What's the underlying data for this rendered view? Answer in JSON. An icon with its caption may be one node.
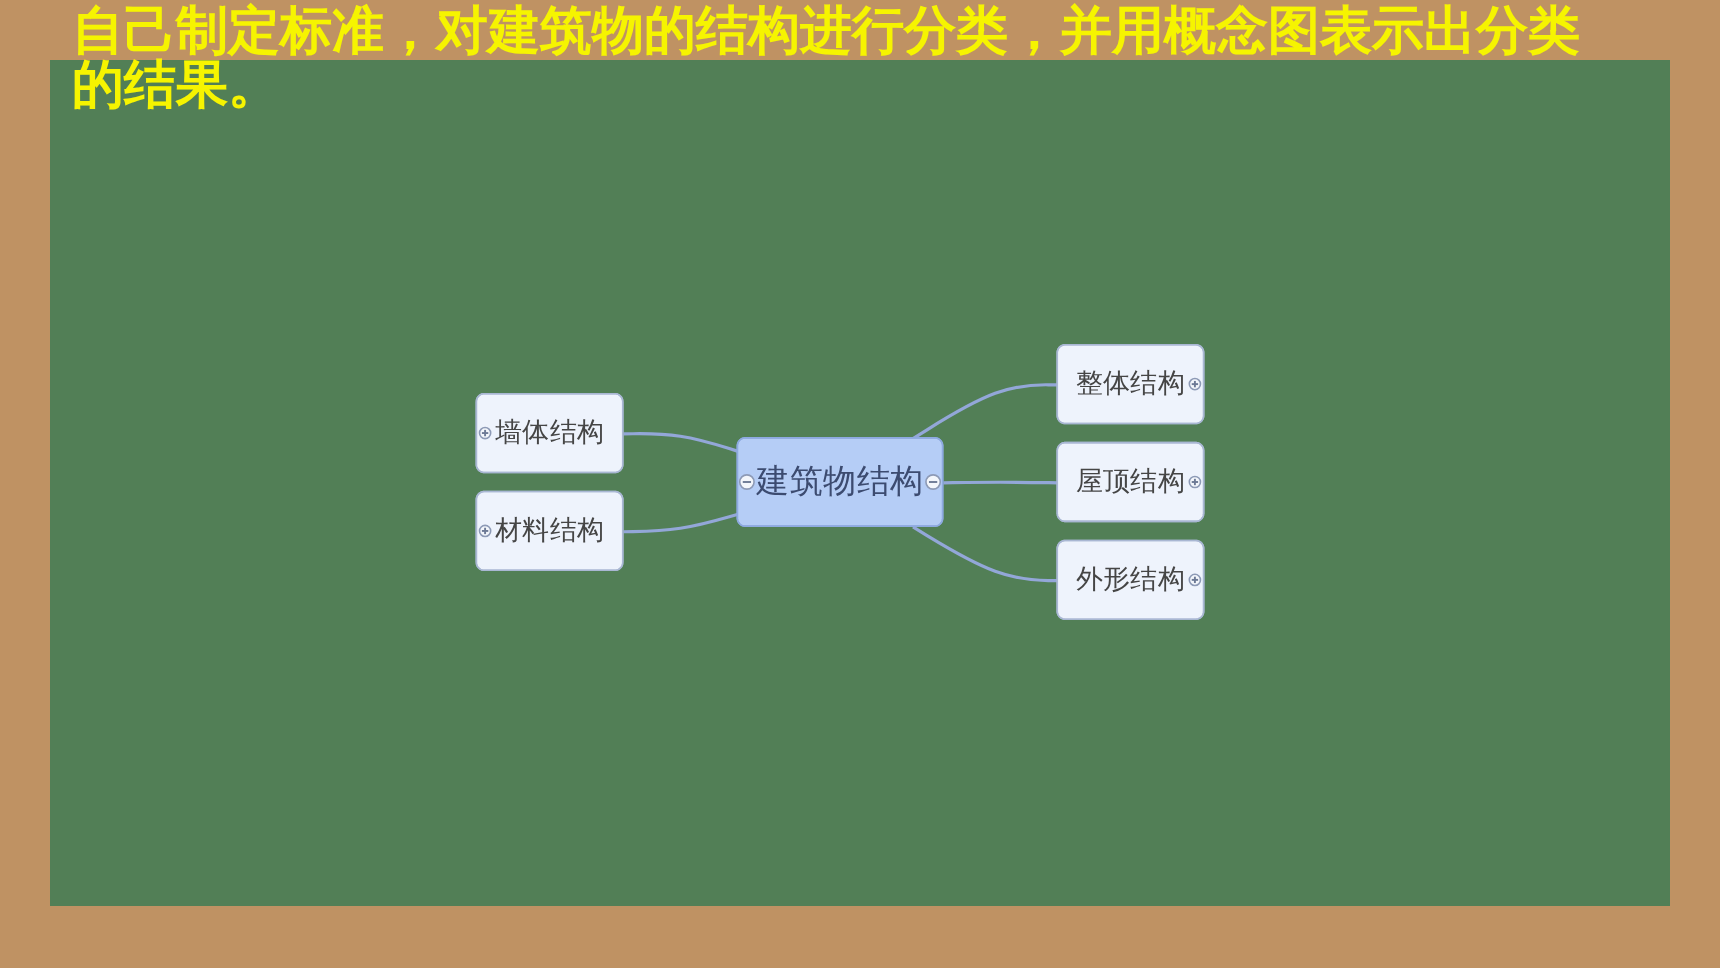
{
  "diagram": {
    "title": "自己制定标准，对建筑物的结构进行分类，并用概念图表示出分类的结果。",
    "nodes": [
      {
        "text": [
          "建筑物结构"
        ]
      },
      {
        "text": [
          "墙体结构"
        ]
      },
      {
        "text": [
          "材料结构"
        ]
      },
      {
        "text": [
          "整体结构"
        ]
      },
      {
        "text": [
          "屋顶结构"
        ]
      },
      {
        "text": [
          "外形结构"
        ]
      }
    ],
    "edges": [
      {
        "from": 1,
        "to": 0,
        "arrow": "none"
      },
      {
        "from": 2,
        "to": 0,
        "arrow": "none"
      },
      {
        "from": 0,
        "to": 3,
        "arrow": "none"
      },
      {
        "from": 0,
        "to": 4,
        "arrow": "none"
      },
      {
        "from": 0,
        "to": 5,
        "arrow": "none"
      }
    ]
  }
}
